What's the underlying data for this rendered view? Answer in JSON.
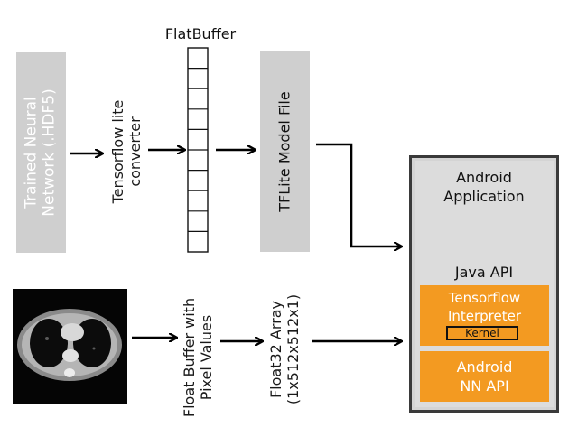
{
  "labels": {
    "trained_network": [
      "Trained Neural",
      "Network (.HDF5)"
    ],
    "converter": [
      "Tensorflow lite",
      "converter"
    ],
    "flatbuffer": "FlatBuffer",
    "tflite_file": "TFLite Model File",
    "float_buffer": [
      "Float Buffer with",
      "Pixel Values"
    ],
    "float32_array": [
      "Float32 Array",
      "(1x512x512x1)"
    ],
    "android_app": [
      "Android",
      "Application"
    ],
    "java_api": "Java API",
    "tf_interpreter": [
      "Tensorflow",
      "Interpreter"
    ],
    "kernel": "Kernel",
    "nn_api": [
      "Android",
      "NN API"
    ]
  },
  "colors": {
    "gray_box": "#cfcfcf",
    "orange": "#f39a21",
    "arrow": "#000000"
  },
  "image": {
    "icon": "ct-scan-lungs-image"
  }
}
